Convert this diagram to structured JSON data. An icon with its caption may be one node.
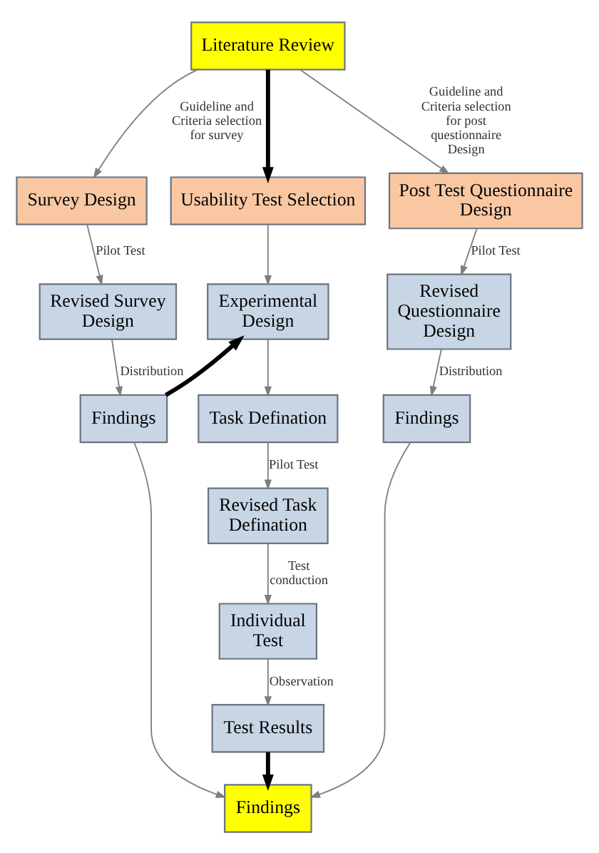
{
  "diagram": {
    "nodes": [
      {
        "text": [
          "Literature Review"
        ]
      },
      {
        "text": [
          "Survey Design"
        ]
      },
      {
        "text": [
          "Usability Test Selection"
        ]
      },
      {
        "text": [
          "Post Test Questionnaire Design"
        ]
      },
      {
        "text": [
          "Experimental Design"
        ]
      },
      {
        "text": [
          "Revised Survey Design"
        ]
      },
      {
        "text": [
          "Revised Questionnaire Design"
        ]
      },
      {
        "text": [
          "Task Defination"
        ]
      },
      {
        "text": [
          "Findings"
        ]
      },
      {
        "text": [
          "Revised Task Defination"
        ]
      },
      {
        "text": [
          "Findings"
        ]
      },
      {
        "text": [
          "Individual Test"
        ]
      },
      {
        "text": [
          "Test Results"
        ]
      },
      {
        "text": [
          "Findings"
        ]
      }
    ],
    "edges": [
      {
        "from": 0,
        "to": 1,
        "arrow": "to",
        "label": "Guideline and Criteria selection for survey"
      },
      {
        "from": 0,
        "to": 2,
        "arrow": "to",
        "style": "thick",
        "color": "#000000"
      },
      {
        "from": 0,
        "to": 3,
        "arrow": "to",
        "label": "Guideline and Criteria selection for post questionnaire Design"
      },
      {
        "from": 1,
        "to": 5,
        "arrow": "to",
        "label": "Pilot Test"
      },
      {
        "from": 5,
        "to": 8,
        "arrow": "to",
        "label": "Distribution"
      },
      {
        "from": 8,
        "to": 4,
        "arrow": "to",
        "style": "thick",
        "color": "#000000"
      },
      {
        "from": 2,
        "to": 4,
        "arrow": "to"
      },
      {
        "from": 4,
        "to": 7,
        "arrow": "to"
      },
      {
        "from": 7,
        "to": 9,
        "arrow": "to",
        "label": "Pilot Test"
      },
      {
        "from": 9,
        "to": 11,
        "arrow": "to",
        "label": "Test conduction"
      },
      {
        "from": 11,
        "to": 12,
        "arrow": "to",
        "label": "Observation"
      },
      {
        "from": 12,
        "to": 13,
        "arrow": "to",
        "style": "thick",
        "color": "#000000"
      },
      {
        "from": 8,
        "to": 13,
        "arrow": "to"
      },
      {
        "from": 3,
        "to": 6,
        "arrow": "to",
        "label": "Pilot Test"
      },
      {
        "from": 6,
        "to": 10,
        "arrow": "to",
        "label": "Distribution"
      },
      {
        "from": 10,
        "to": 13,
        "arrow": "to"
      }
    ]
  }
}
